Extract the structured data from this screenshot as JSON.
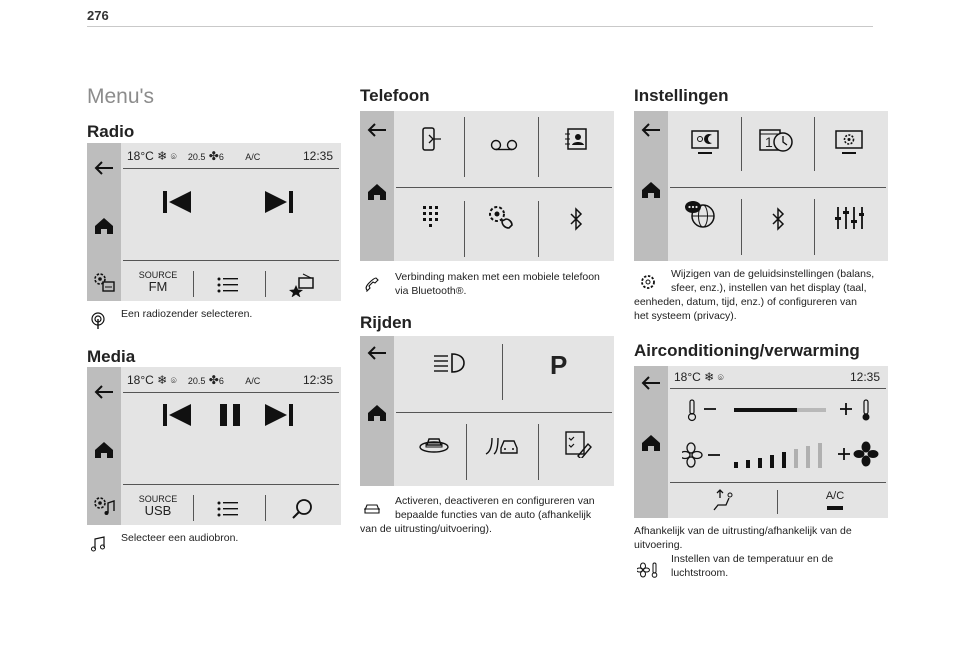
{
  "page_number": "276",
  "menus_title": "Menu's",
  "radio": {
    "heading": "Radio",
    "status": {
      "temp": "18°C",
      "val": "20.5",
      "fan": "6",
      "ac": "A/C",
      "time": "12:35"
    },
    "source_label": "SOURCE",
    "source_value": "FM",
    "description": "Een radiozender selecteren."
  },
  "media": {
    "heading": "Media",
    "status": {
      "temp": "18°C",
      "val": "20.5",
      "fan": "6",
      "ac": "A/C",
      "time": "12:35"
    },
    "source_label": "SOURCE",
    "source_value": "USB",
    "description": "Selecteer een audiobron."
  },
  "telefoon": {
    "heading": "Telefoon",
    "description_line1": "Verbinding maken met een mobiele telefoon",
    "description_line2": "via Bluetooth®."
  },
  "rijden": {
    "heading": "Rijden",
    "parking_letter": "P",
    "description_line1": "Activeren, deactiveren en configureren van",
    "description_line2": "bepaalde functies van de auto (afhankelijk",
    "description_line3": "van de uitrusting/uitvoering)."
  },
  "instellingen": {
    "heading": "Instellingen",
    "clock_digit": "1",
    "description_line1": "Wijzigen van de geluidsinstellingen (balans,",
    "description_line2": "sfeer, enz.), instellen van het display (taal,",
    "description_line3": "eenheden, datum, tijd, enz.) of configureren van",
    "description_line4": "het systeem (privacy)."
  },
  "airco": {
    "heading": "Airconditioning/verwarming",
    "status": {
      "temp": "18°C",
      "time": "12:35"
    },
    "ac_label": "A/C",
    "description_line1": "Afhankelijk van de uitrusting/afhankelijk van de",
    "description_line2": "uitvoering.",
    "description_line3": "Instellen van de temperatuur en de",
    "description_line4": "luchtstroom."
  }
}
